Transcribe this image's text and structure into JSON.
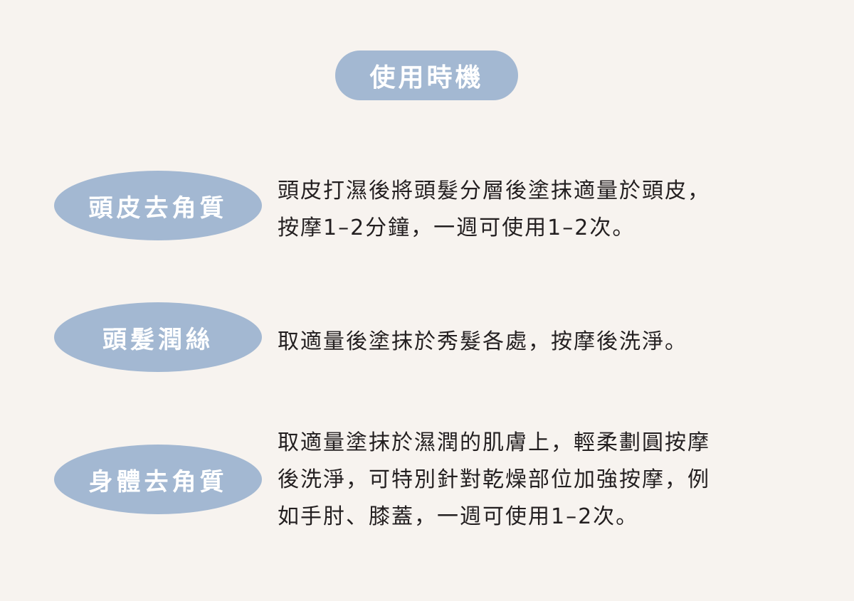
{
  "title": "使用時機",
  "items": [
    {
      "label": "頭皮去角質",
      "description": "頭皮打濕後將頭髮分層後塗抹適量於頭皮，\n按摩1–2分鐘，一週可使用1–2次。"
    },
    {
      "label": "頭髮潤絲",
      "description": "取適量後塗抹於秀髮各處，按摩後洗淨。"
    },
    {
      "label": "身體去角質",
      "description": "取適量塗抹於濕潤的肌膚上，輕柔劃圓按摩\n後洗淨，可特別針對乾燥部位加強按摩，例\n如手肘、膝蓋，一週可使用1–2次。"
    }
  ],
  "colors": {
    "background": "#f7f3ef",
    "pill": "#a3b8d2",
    "text": "#231f20"
  }
}
